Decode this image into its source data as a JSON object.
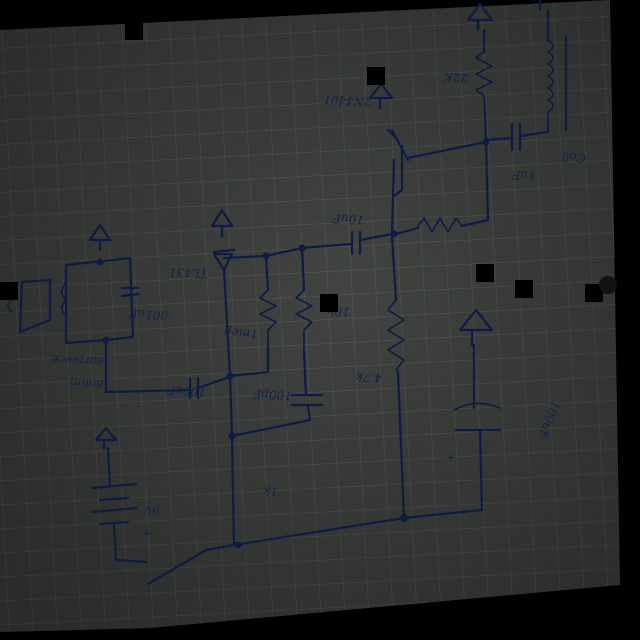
{
  "photo": {
    "subject": "hand-drawn circuit schematic on graph paper",
    "colors": {
      "paper": "#414440",
      "grid": "#575d5c",
      "ink": "#0e1c44",
      "background": "#000000",
      "redaction": "#000000"
    }
  },
  "labels": {
    "transistor": "2N4401",
    "r_22k": "22K",
    "coil": "Coil",
    "cap_1uf": "1uF",
    "cap_10uf": "10uF",
    "opamp": "TL431",
    "cap_001uf": ".001uF",
    "speaker_line1": "8ohm",
    "speaker_line2": "earpiece",
    "r_1meg": "1meg",
    "r_10k": "10k",
    "cap_100pf": "100pF",
    "r_47k": "4.7k",
    "cap_100uf_a": "100uF",
    "cap_100uf_b": "100uF",
    "r_1k": "1k",
    "battery": "9V",
    "plus": "+"
  }
}
